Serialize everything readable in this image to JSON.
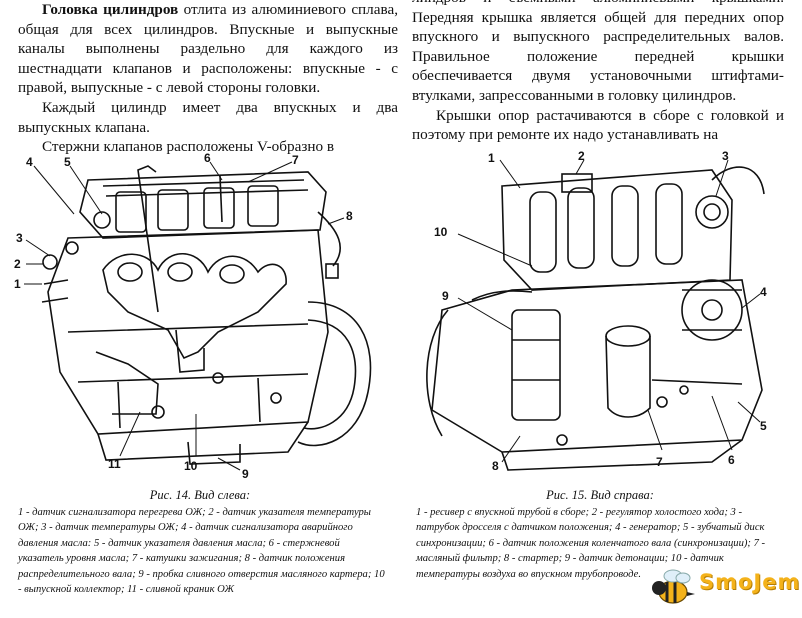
{
  "left": {
    "heading": "Головка цилиндров",
    "p1_rest": " отлита из алюминиевого сплава, общая для всех цилиндров. Впускные и выпускные каналы выполнены раздельно для каждого из шестнадцати клапанов и расположены: впускные - с правой, выпускные - с левой стороны головки.",
    "p2": "Каждый цилиндр имеет два впускных и два выпускных клапана.",
    "p3": "Стержни клапанов расположены V-образно в"
  },
  "right": {
    "p1": "линдров и съемными алюминиевыми крышками. Передняя крышка является общей для передних опор впускного и выпускного распределительных валов. Правильное положение передней крышки обеспечивается двумя установочными штифтами-втулками, запрессованными в головку цилиндров.",
    "p2": "Крышки опор растачиваются в сборе с головкой и поэтому при ремонте их надо устанавливать на"
  },
  "fig14": {
    "caption": "Рис. 14. Вид слева:",
    "legend": "1 - датчик сигнализатора перегрева ОЖ; 2 - датчик указателя температуры ОЖ; 3 - датчик температуры ОЖ; 4 - датчик сигнализатора аварийного давления масла: 5 - датчик указателя давления масла; 6 - стержневой указатель уровня масла; 7 - катушки зажигания; 8 - датчик положения распределительного вала; 9 - пробка сливного отверстия масляного картера; 10 - выпускной коллектор; 11 - сливной краник ОЖ",
    "callouts": [
      "4",
      "5",
      "6",
      "7",
      "3",
      "2",
      "1",
      "8",
      "11",
      "10",
      "9"
    ]
  },
  "fig15": {
    "caption": "Рис. 15. Вид справа:",
    "legend": "1 - ресивер с впускной трубой в сборе; 2 - регулятор холостого хода; 3 - патрубок дросселя с датчиком положения; 4 - генератор; 5 - зубчатый диск синхронизации; 6 - датчик положения коленчатого вала (синхронизации); 7 - масляный фильтр; 8 - стартер; 9 - датчик детонации; 10 - датчик температуры воздуха во впускном трубопроводе.",
    "callouts": [
      "1",
      "2",
      "3",
      "10",
      "9",
      "4",
      "5",
      "6",
      "7",
      "8"
    ]
  },
  "watermark": {
    "text": "SmoJem"
  }
}
